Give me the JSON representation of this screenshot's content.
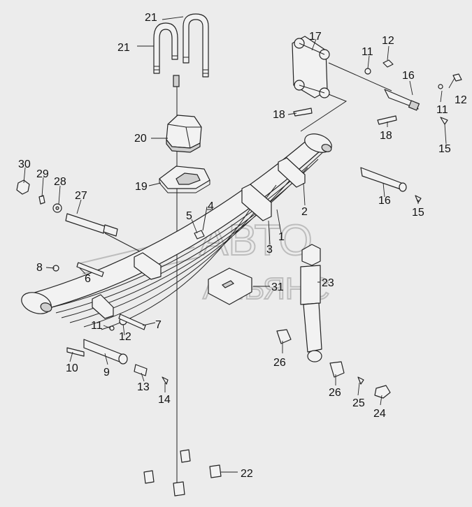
{
  "watermark": {
    "line1": "АВТО",
    "line2": "АЛЬЯНС"
  },
  "callouts": [
    {
      "id": "c21a",
      "text": "21"
    },
    {
      "id": "c21b",
      "text": "21"
    },
    {
      "id": "c17",
      "text": "17"
    },
    {
      "id": "c12a",
      "text": "12"
    },
    {
      "id": "c11a",
      "text": "11"
    },
    {
      "id": "c16a",
      "text": "16"
    },
    {
      "id": "c12b",
      "text": "12"
    },
    {
      "id": "c11b",
      "text": "11"
    },
    {
      "id": "c18a",
      "text": "18"
    },
    {
      "id": "c18b",
      "text": "18"
    },
    {
      "id": "c15a",
      "text": "15"
    },
    {
      "id": "c20",
      "text": "20"
    },
    {
      "id": "c30",
      "text": "30"
    },
    {
      "id": "c29",
      "text": "29"
    },
    {
      "id": "c28",
      "text": "28"
    },
    {
      "id": "c19",
      "text": "19"
    },
    {
      "id": "c27",
      "text": "27"
    },
    {
      "id": "c16b",
      "text": "16"
    },
    {
      "id": "c15b",
      "text": "15"
    },
    {
      "id": "c2",
      "text": "2"
    },
    {
      "id": "c4",
      "text": "4"
    },
    {
      "id": "c5",
      "text": "5"
    },
    {
      "id": "c1",
      "text": "1"
    },
    {
      "id": "c3",
      "text": "3"
    },
    {
      "id": "c8",
      "text": "8"
    },
    {
      "id": "c6",
      "text": "6"
    },
    {
      "id": "c23",
      "text": "23"
    },
    {
      "id": "c31",
      "text": "31"
    },
    {
      "id": "c7",
      "text": "7"
    },
    {
      "id": "c11c",
      "text": "11"
    },
    {
      "id": "c12c",
      "text": "12"
    },
    {
      "id": "c26a",
      "text": "26"
    },
    {
      "id": "c10",
      "text": "10"
    },
    {
      "id": "c9",
      "text": "9"
    },
    {
      "id": "c13",
      "text": "13"
    },
    {
      "id": "c14",
      "text": "14"
    },
    {
      "id": "c26b",
      "text": "26"
    },
    {
      "id": "c25",
      "text": "25"
    },
    {
      "id": "c24",
      "text": "24"
    },
    {
      "id": "c22",
      "text": "22"
    }
  ]
}
